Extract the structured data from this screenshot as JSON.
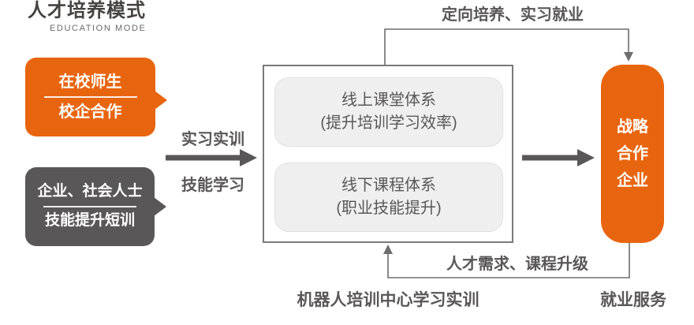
{
  "title": {
    "main": "人才培养模式",
    "subtitle": "EDUCATION MODE"
  },
  "sources": [
    {
      "line1": "在校师生",
      "line2": "校企合作",
      "color": "#E8650F"
    },
    {
      "line1": "企业、社会人士",
      "line2": "技能提升短训",
      "color": "#595757"
    }
  ],
  "input_flow": {
    "label_top": "实习实训",
    "label_bottom": "技能学习"
  },
  "training_center": {
    "online": {
      "name": "线上课堂体系",
      "desc": "(提升培训学习效率)"
    },
    "offline": {
      "name": "线下课程体系",
      "desc": "(职业技能提升)"
    },
    "caption": "机器人培训中心学习实训"
  },
  "partner": {
    "line1": "战略",
    "line2": "合作",
    "line3": "企业",
    "caption": "就业服务"
  },
  "feedback": {
    "top_label": "定向培养、实习就业",
    "bottom_label": "人才需求、课程升级"
  },
  "colors": {
    "orange": "#E8650F",
    "dark": "#595757",
    "line": "#6E6E6E",
    "panel_fill": "#EFEFEF",
    "panel_border": "#E0E0E0",
    "center_border": "#7A7A7A",
    "title_text": "#454241"
  }
}
